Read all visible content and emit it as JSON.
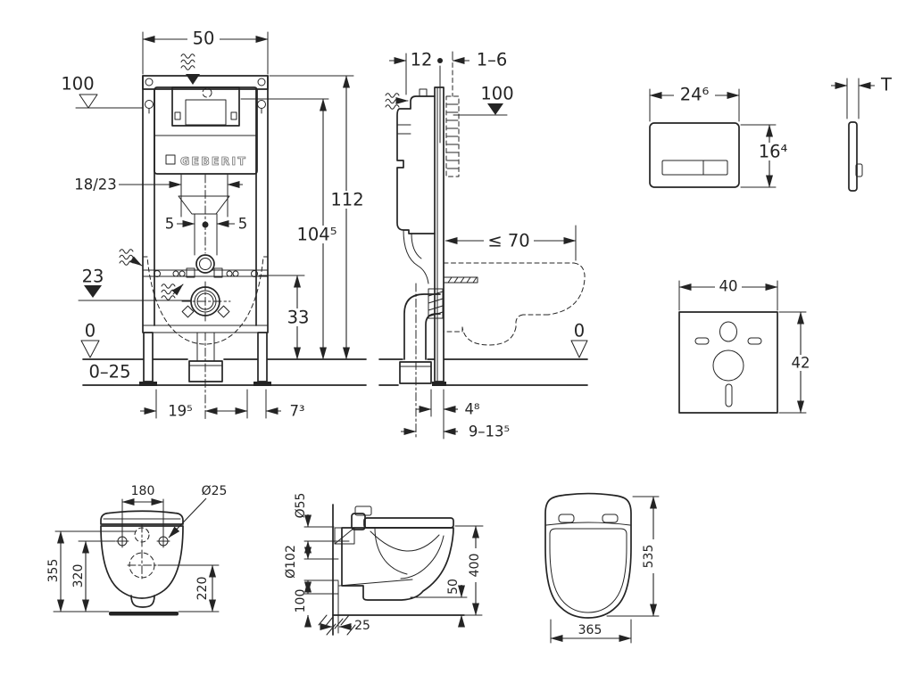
{
  "drawing": {
    "brand_logo": "GEBERIT",
    "frame_front": {
      "width": "50",
      "supply_height": "100",
      "total_height": "112",
      "upper_height": "104⁵",
      "flush_pipe": "18/23",
      "offset_left": "5",
      "offset_right": "5",
      "drain_height": "23",
      "fixing_height": "33",
      "floor_level": "0",
      "floor_range": "0–25",
      "foot_left": "19⁵",
      "foot_right": "7³"
    },
    "frame_side": {
      "frame_depth": "12",
      "wall_thickness": "1–6",
      "supply_height": "100",
      "bowl_length": "≤ 70",
      "floor_level": "0",
      "drain_edge": "4⁸",
      "drain_center": "9–13⁵"
    },
    "flush_plate": {
      "width": "24⁶",
      "height": "16⁴",
      "thickness": "T"
    },
    "sound_mat": {
      "width": "40",
      "height": "42"
    },
    "wc_front": {
      "hole_spacing": "180",
      "hole_diameter": "Ø25",
      "supply_height": "355",
      "hole_height": "320",
      "drain_height": "220"
    },
    "wc_side": {
      "supply_diameter": "Ø55",
      "drain_diameter": "Ø102",
      "drain_height": "100",
      "wall_gap": "25",
      "bottom_offset": "50",
      "seat_height": "400"
    },
    "wc_top": {
      "length": "535",
      "width": "365"
    }
  }
}
